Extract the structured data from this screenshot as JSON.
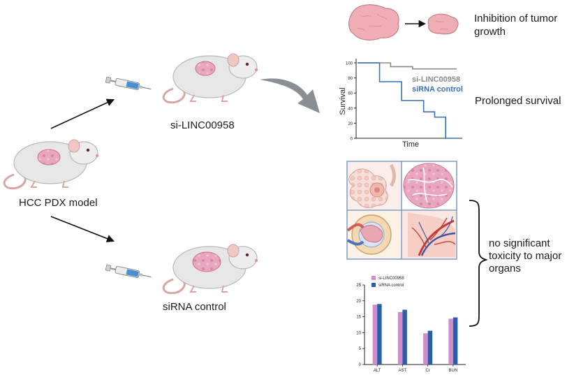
{
  "labels": {
    "model": "HCC PDX model",
    "treatment": "si-LINC00958",
    "control": "siRNA control",
    "inhibition": "Inhibition of tumor growth",
    "survival_outcome": "Prolonged survival",
    "toxicity": "no significant toxicity to major organs"
  },
  "survival_chart": {
    "type": "line",
    "ylabel": "Survival",
    "xlabel": "Time",
    "yticks": [
      "0",
      "20",
      "40",
      "60",
      "80",
      "100"
    ],
    "series": [
      {
        "name": "si-LINC00958",
        "color": "#8a8a8a",
        "values": [
          100,
          100,
          100,
          95,
          95,
          92,
          92,
          92,
          92,
          92
        ]
      },
      {
        "name": "siRNA control",
        "color": "#3a6fb5",
        "values": [
          100,
          100,
          75,
          75,
          50,
          50,
          35,
          28,
          0,
          0
        ]
      }
    ]
  },
  "chart_data": {
    "type": "bar",
    "categories": [
      "ALT",
      "AST",
      "Cr",
      "BUN"
    ],
    "series": [
      {
        "name": "si-LINC00958",
        "color": "#d08cc9",
        "values": [
          18.8,
          16.5,
          9.8,
          14.4
        ]
      },
      {
        "name": "siRNA control",
        "color": "#2a5ea8",
        "values": [
          19.0,
          17.2,
          10.6,
          14.8
        ]
      }
    ],
    "yticks": [
      "0",
      "5",
      "10",
      "15",
      "20",
      "25"
    ],
    "ylim": [
      0,
      25
    ]
  }
}
